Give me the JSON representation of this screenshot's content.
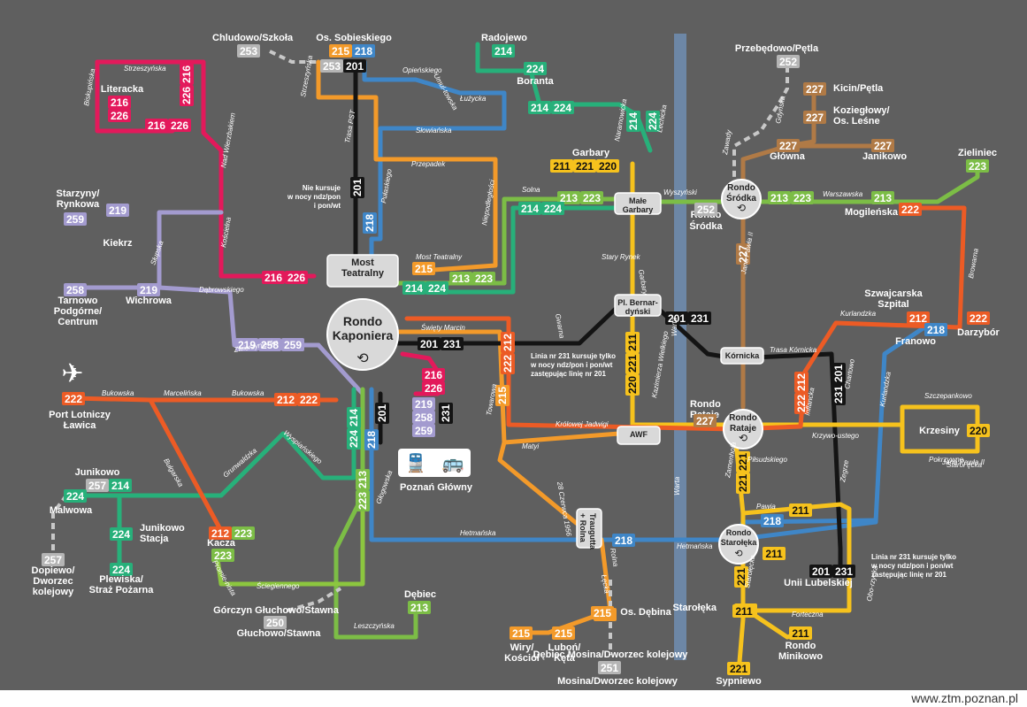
{
  "footer_url": "www.ztm.poznan.pl",
  "colors": {
    "bg": "#5f5f5f",
    "river": "#6d87a6",
    "l201": "#141414",
    "l211": "#f6c21d",
    "l212": "#ec5b25",
    "l213": "#7cbd46",
    "l214": "#27b07a",
    "l215": "#f39a2a",
    "l216": "#e3195b",
    "l218": "#3f86c7",
    "l219": "#a39bcf",
    "l223": "#8cc63f",
    "l227": "#b07a46",
    "l250": "#b5b5b5"
  },
  "hubs": [
    {
      "id": "most",
      "lines": [
        "Most",
        "Teatralny"
      ]
    },
    {
      "id": "kaponiera",
      "lines": [
        "Rondo",
        "Kaponiera"
      ]
    },
    {
      "id": "garbary",
      "lines": [
        "Małe",
        "Garbary"
      ]
    },
    {
      "id": "srodka",
      "lines": [
        "Rondo",
        "Śródka"
      ]
    },
    {
      "id": "rataje",
      "lines": [
        "Rondo",
        "Rataje"
      ]
    },
    {
      "id": "starolecka",
      "lines": [
        "Rondo",
        "Starołęka"
      ]
    },
    {
      "id": "bernard",
      "lines": [
        "Pl. Bernar-",
        "dyński"
      ]
    },
    {
      "id": "awf",
      "lines": [
        "AWF"
      ]
    },
    {
      "id": "kornicka",
      "lines": [
        "Kórnicka"
      ]
    },
    {
      "id": "traugutta",
      "lines": [
        "Traugutta",
        "+ Rolna"
      ]
    }
  ],
  "stops": [
    {
      "id": "chludowo",
      "name": "Chludowo/Szkoła",
      "badges": [
        "253"
      ]
    },
    {
      "id": "sobieskiego",
      "name": "Os. Sobieskiego",
      "badges": [
        "215",
        "218",
        "253",
        "201"
      ]
    },
    {
      "id": "radojewo",
      "name": "Radojewo",
      "badges": [
        "214"
      ]
    },
    {
      "id": "boranta",
      "name": "Boranta",
      "badges": [
        "224"
      ]
    },
    {
      "id": "przebedowo",
      "name": "Przebędowo/Pętla",
      "badges": [
        "252"
      ]
    },
    {
      "id": "kicin",
      "name": "Kicin/Pętla",
      "badges": [
        "227"
      ]
    },
    {
      "id": "koziegłowy",
      "name": "Koziegłowy/ Os. Leśne",
      "badges": [
        "227"
      ]
    },
    {
      "id": "glowna",
      "name": "Główna",
      "badges": [
        "227"
      ]
    },
    {
      "id": "janikowo",
      "name": "Janikowo",
      "badges": [
        "227"
      ]
    },
    {
      "id": "zieliniec",
      "name": "Zieliniec",
      "badges": [
        "223"
      ]
    },
    {
      "id": "literacka",
      "name": "Literacka",
      "badges": [
        "216",
        "226"
      ]
    },
    {
      "id": "garbary",
      "name": "Garbary",
      "badges": [
        "211",
        "221",
        "220"
      ]
    },
    {
      "id": "srodka252",
      "name": "Rondo Śródka",
      "badges": [
        "252"
      ]
    },
    {
      "id": "mogilenska",
      "name": "Mogileńska",
      "badges": [
        "222"
      ]
    },
    {
      "id": "starzyny",
      "name": "Starzyny/ Rynkowa",
      "badges": [
        "259"
      ]
    },
    {
      "id": "kiekrz",
      "name": "Kiekrz",
      "badges": [
        "219"
      ]
    },
    {
      "id": "tarnowo",
      "name": "Tarnowo Podgórne/ Centrum",
      "badges": [
        "258"
      ]
    },
    {
      "id": "wichrowa",
      "name": "Wichrowa",
      "badges": [
        "219"
      ]
    },
    {
      "id": "szwajcarska",
      "name": "Szwajcarska Szpital",
      "badges": [
        "212"
      ]
    },
    {
      "id": "darzybor",
      "name": "Darzybór",
      "badges": [
        "222"
      ]
    },
    {
      "id": "franowo",
      "name": "Franowo",
      "badges": [
        "218"
      ]
    },
    {
      "id": "lawica",
      "name": "Port Lotniczy Ławica",
      "badges": [
        "222"
      ]
    },
    {
      "id": "krzesiny",
      "name": "Krzesiny",
      "badges": [
        "220"
      ]
    },
    {
      "id": "junikowo",
      "name": "Junikowo",
      "badges": [
        "257",
        "214"
      ]
    },
    {
      "id": "malwowa",
      "name": "Malwowa",
      "badges": [
        "224"
      ]
    },
    {
      "id": "junikowostacja",
      "name": "Junikowo Stacja",
      "badges": [
        "224"
      ]
    },
    {
      "id": "dopiewo",
      "name": "Dopiewo/ Dworzec kolejowy",
      "badges": [
        "257"
      ]
    },
    {
      "id": "plewiska",
      "name": "Plewiska/ Straż Pożarna",
      "badges": [
        "224"
      ]
    },
    {
      "id": "kacza",
      "name": "Kacza",
      "badges": [
        "212",
        "223"
      ]
    },
    {
      "id": "debiec",
      "name": "Dębiec",
      "badges": [
        "213"
      ]
    },
    {
      "id": "gorczyn",
      "name": "Górczyn Głuchowo/Stawna",
      "badges": [
        "250"
      ]
    },
    {
      "id": "osdebina",
      "name": "Os. Dębina",
      "badges": [
        "215"
      ]
    },
    {
      "id": "wiry",
      "name": "Wiry/ Kościół",
      "badges": [
        "215"
      ]
    },
    {
      "id": "luboń",
      "name": "Luboń/ Kęta",
      "badges": [
        "215"
      ]
    },
    {
      "id": "debiec251",
      "name": "Dębiec Mosina/Dworzec kolejowy",
      "badges": [
        "251"
      ]
    },
    {
      "id": "unii",
      "name": "Unii Lubelskiej",
      "badges": [
        "201",
        "231"
      ]
    },
    {
      "id": "staroleka",
      "name": "Starołęka",
      "badges": [
        "211"
      ]
    },
    {
      "id": "rondominikowo",
      "name": "Rondo Minikowo",
      "badges": [
        "211"
      ]
    },
    {
      "id": "sypniewo",
      "name": "Sypniewo",
      "badges": [
        "221"
      ]
    },
    {
      "id": "poznanglowny",
      "name": "Poznań Główny",
      "badges": []
    }
  ],
  "inline_badges": {
    "b216_226_left": [
      "216",
      "226"
    ],
    "b216_226_right_v": [
      "216",
      "226"
    ],
    "b216_226_arrow": [
      "216",
      "226"
    ],
    "b213_223_top": [
      "213",
      "223"
    ],
    "b214_224_top": [
      "214",
      "224"
    ],
    "b214_224_v": [
      "214",
      "224"
    ],
    "b213_223_garbary": [
      "213",
      "223"
    ],
    "b214_224_garbary": [
      "214",
      "224"
    ],
    "b215_most": [
      "215"
    ],
    "b213_223_most": [
      "213",
      "223"
    ],
    "b214_224_most": [
      "214",
      "224"
    ],
    "b216_226_most": [
      "216",
      "226"
    ],
    "b219_258_259": [
      "219",
      "258",
      "259"
    ],
    "b201_231_kap": [
      "201",
      "231"
    ],
    "b212_222_kap": [
      "212",
      "222"
    ],
    "b212_222_west": [
      "212",
      "222"
    ],
    "b216_226_kap": [
      "216",
      "226"
    ],
    "b219_258_259_v": [
      "219",
      "258",
      "259"
    ],
    "b201_kap_v": [
      "201"
    ],
    "b231_kap_v": [
      "231"
    ],
    "b215_kap_v": [
      "215"
    ],
    "b218_kap_v": [
      "218"
    ],
    "b214_224_kap_v": [
      "214",
      "224"
    ],
    "b213_223_kap_v": [
      "213",
      "223"
    ],
    "b201_north_v": [
      "201"
    ],
    "b218_north_v": [
      "218"
    ],
    "b211_221_220_v": [
      "211",
      "221",
      "220"
    ],
    "b201_231_diag": [
      "201",
      "231"
    ],
    "b227_v": [
      "227"
    ],
    "b212_222_v": [
      "212",
      "222"
    ],
    "b201_231_v": [
      "201",
      "231"
    ],
    "b227_rataje": [
      "227"
    ],
    "b221_221": [
      "221"
    ],
    "b211_218": [
      "211"
    ],
    "b218_star": [
      "218"
    ],
    "b218_traug": [
      "218"
    ],
    "b221_star": [
      "221"
    ],
    "b211_star": [
      "211"
    ],
    "b215_traug": [
      "215"
    ],
    "b211_turn": [
      "211"
    ],
    "b223_srodka": [
      "213",
      "223"
    ],
    "b213_srodka": [
      "213"
    ]
  },
  "street_labels": [
    "Strzeszyńska",
    "Biskupińska",
    "Nad Wierzbakiem",
    "Kościelna",
    "Dąbrowskiego",
    "Słupska",
    "Zwierzyniecka",
    "Bukowska",
    "Marcelińska",
    "Bukowska",
    "Bułgarska",
    "Grunwaldzka",
    "Wyspiańskiego",
    "Głogowska",
    "Hetmańska",
    "Ściegiennego",
    "Leszczyńska",
    "Promie-nista",
    "Opieńskiego",
    "Umul-towska",
    "Łużycka",
    "Słowiańska",
    "Przepadek",
    "Trasa PST",
    "Strzeszyńska",
    "Pułaskiego",
    "Niepodległości",
    "Solna",
    "Most Teatralny",
    "Święty Marcin",
    "Naramowicka",
    "Lechicka",
    "Wyszyński",
    "Warszawska",
    "Browarna",
    "Kurlandzka",
    "Trasa Kórnicka",
    "Jana Pawła II",
    "Zawady",
    "Gdyńska",
    "Starołęcka",
    "Królowej Jadwigi",
    "Matyi",
    "Towarowa",
    "28 Czerwca 1956",
    "Łęcka",
    "Rolna",
    "Garbary",
    "Gwarna",
    "Stary Rynek",
    "Kazimierza Wielkiego",
    "Warta",
    "Warta",
    "Inflancka",
    "Chartowo",
    "Piłsudskiego",
    "Krzywo-ustego",
    "Szczepankowo",
    "Pokrzywno",
    "Zamenhofa",
    "Pawia",
    "Zegrze",
    "Forteczna",
    "Obo-rzycka",
    "Kurlandzka",
    "Hetmańska",
    "Jana Pawła II",
    "Staroł ęcka"
  ],
  "notes": {
    "note1": [
      "Nie kursuje",
      "w nocy ndz/pon",
      "i pon/wt"
    ],
    "note2": [
      "Linia nr 231 kursuje tylko",
      "w nocy ndz/pon i pon/wt",
      "zastępując linię nr 201"
    ],
    "note3": [
      "Linia nr 231 kursuje tylko",
      "w nocy ndz/pon i pon/wt",
      "zastępując linię nr 201"
    ]
  }
}
